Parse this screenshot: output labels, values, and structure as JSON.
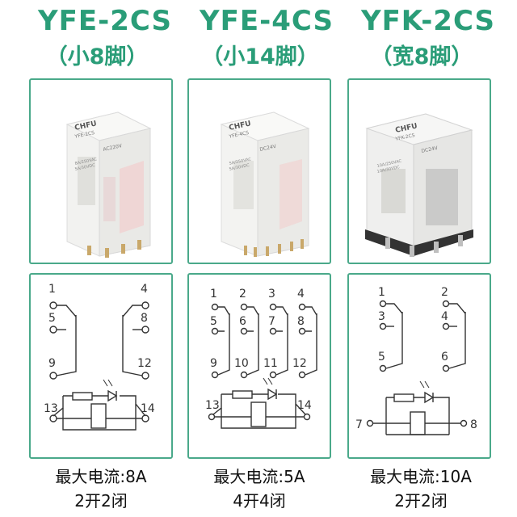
{
  "products": [
    {
      "model": "YFE-2CS",
      "subtitle": "（小8脚）",
      "current": "最大电流:8A",
      "contacts": "2开2闭",
      "label_brand": "CHFU",
      "label_model": "YFE-2CS",
      "label_coil": "AC220V",
      "label_rating1": "8A/250VAC",
      "label_rating2": "5A/30VDC",
      "pins": [
        "1",
        "4",
        "5",
        "8",
        "9",
        "12",
        "13",
        "14"
      ]
    },
    {
      "model": "YFE-4CS",
      "subtitle": "（小14脚）",
      "current": "最大电流:5A",
      "contacts": "4开4闭",
      "label_brand": "CHFU",
      "label_model": "YFE-4CS",
      "label_coil": "DC24V",
      "label_rating1": "5A/250VAC",
      "label_rating2": "5A/30VDC",
      "pins": [
        "1",
        "2",
        "3",
        "4",
        "5",
        "6",
        "7",
        "8",
        "9",
        "10",
        "11",
        "12",
        "13",
        "14"
      ]
    },
    {
      "model": "YFK-2CS",
      "subtitle": "（宽8脚）",
      "current": "最大电流:10A",
      "contacts": "2开2闭",
      "label_brand": "CHFU",
      "label_model": "YFK-2CS",
      "label_coil": "DC24V",
      "label_rating1": "10A/250VAC",
      "label_rating2": "10A/30VDC",
      "pins": [
        "1",
        "2",
        "3",
        "4",
        "5",
        "6",
        "7",
        "8"
      ]
    }
  ],
  "colors": {
    "accent": "#2a9d78",
    "border": "#4aa98a",
    "line": "#333333"
  }
}
